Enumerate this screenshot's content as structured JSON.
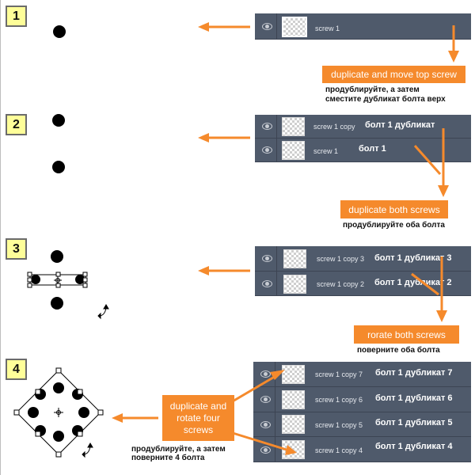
{
  "colors": {
    "step_fill": "#fefe99",
    "layer_bg": "#4f5a6b",
    "accent_orange": "#f58a2c"
  },
  "steps": [
    "1",
    "2",
    "3",
    "4"
  ],
  "icons": {
    "visibility": "eye-icon",
    "rotate": "rotate-cursor-icon",
    "center": "crosshair-icon"
  },
  "panel1": {
    "layers": [
      {
        "name": "screw 1",
        "ru": ""
      }
    ],
    "callout": "duplicate and move top screw",
    "ru_lines": [
      "продублируйте, а затем",
      "сместите дубликат болта верх"
    ]
  },
  "panel2": {
    "layers": [
      {
        "name": "screw 1 copy",
        "ru": "болт 1 дубликат"
      },
      {
        "name": "screw 1",
        "ru": "болт 1"
      }
    ],
    "callout": "duplicate both screws",
    "ru_lines": [
      "продублируйте оба болта"
    ]
  },
  "panel3": {
    "layers": [
      {
        "name": "screw 1 copy 3",
        "ru": "болт 1 дубликат 3"
      },
      {
        "name": "screw 1 copy 2",
        "ru": "болт 1 дубликат 2"
      }
    ],
    "callout": "rorate both screws",
    "ru_lines": [
      "поверните оба болта"
    ]
  },
  "panel4": {
    "layers": [
      {
        "name": "screw 1 copy 7",
        "ru": "болт 1 дубликат 7"
      },
      {
        "name": "screw 1 copy 6",
        "ru": "болт 1 дубликат 6"
      },
      {
        "name": "screw 1 copy 5",
        "ru": "болт 1 дубликат 5"
      },
      {
        "name": "screw 1 copy 4",
        "ru": "болт 1 дубликат 4"
      }
    ],
    "callout": "duplicate and rotate four screws",
    "ru_lines": [
      "продублируйте, а затем",
      "поверните 4 болта"
    ]
  }
}
